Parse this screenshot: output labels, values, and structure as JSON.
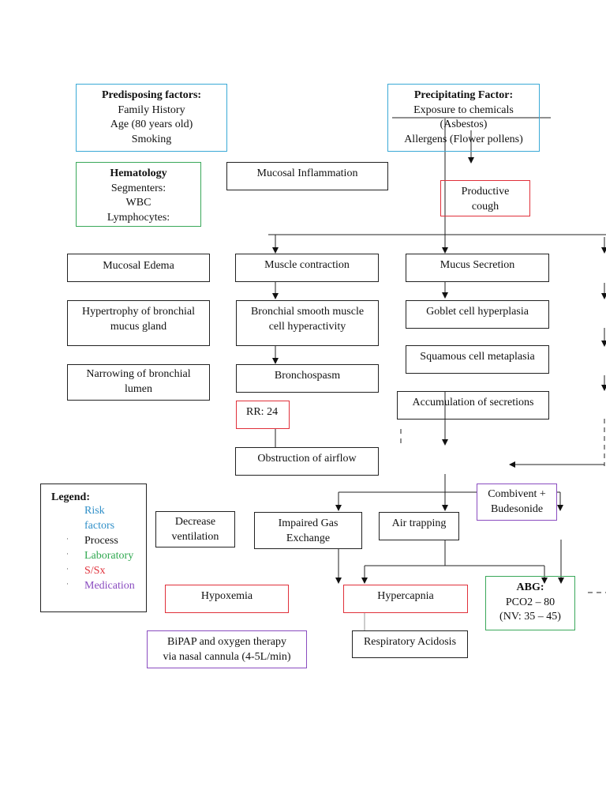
{
  "nodes": {
    "predisposing": {
      "title": "Predisposing factors:",
      "lines": [
        "Family History",
        "Age (80 years old)",
        "Smoking"
      ]
    },
    "precipitating": {
      "title": "Precipitating Factor:",
      "lines": [
        "Exposure to chemicals",
        "(Asbestos)",
        "Allergens (Flower pollens)"
      ]
    },
    "hematology": {
      "title": "Hematology",
      "lines": [
        "Segmenters:",
        "WBC",
        "Lymphocytes:"
      ]
    },
    "mucosal_inflammation": "Mucosal Inflammation",
    "productive_cough": [
      "Productive",
      "cough"
    ],
    "mucosal_edema": "Mucosal Edema",
    "muscle_contraction": "Muscle contraction",
    "mucus_secretion": "Mucus Secretion",
    "hypertrophy": [
      "Hypertrophy of bronchial",
      "mucus gland"
    ],
    "bronchial_hyperactivity": [
      "Bronchial smooth muscle",
      "cell hyperactivity"
    ],
    "goblet": "Goblet cell hyperplasia",
    "narrowing": [
      "Narrowing of bronchial",
      "lumen"
    ],
    "bronchospasm": "Bronchospasm",
    "squamous": "Squamous cell metaplasia",
    "accumulation": "Accumulation of secretions",
    "rr": "RR: 24",
    "obstruction": "Obstruction of airflow",
    "combivent": [
      "Combivent +",
      "Budesonide"
    ],
    "decrease_ventilation": [
      "Decrease",
      "ventilation"
    ],
    "impaired_gas": [
      "Impaired Gas",
      "Exchange"
    ],
    "air_trapping": "Air trapping",
    "abg": {
      "title": "ABG:",
      "lines": [
        "PCO2 – 80",
        "(NV: 35 – 45)"
      ]
    },
    "hypoxemia": "Hypoxemia",
    "hypercapnia": "Hypercapnia",
    "bipap": [
      "BiPAP and oxygen therapy",
      "via nasal cannula (4-5L/min)"
    ],
    "respiratory_acidosis": "Respiratory Acidosis"
  },
  "legend": {
    "title": "Legend:",
    "items": [
      {
        "label": "Risk",
        "color": "#2f8fc8"
      },
      {
        "label": "factors",
        "color": "#2f8fc8"
      },
      {
        "label": "Process",
        "color": "#111111"
      },
      {
        "label": "Laboratory",
        "color": "#2fa84f"
      },
      {
        "label": "S/Sx",
        "color": "#e0303a"
      },
      {
        "label": "Medication",
        "color": "#8a4cc0"
      }
    ]
  },
  "colors": {
    "risk": "#3aa9d6",
    "laboratory": "#3aa85a",
    "sign_symptom": "#e0303a",
    "medication": "#8a4cc0",
    "process": "#222222"
  }
}
